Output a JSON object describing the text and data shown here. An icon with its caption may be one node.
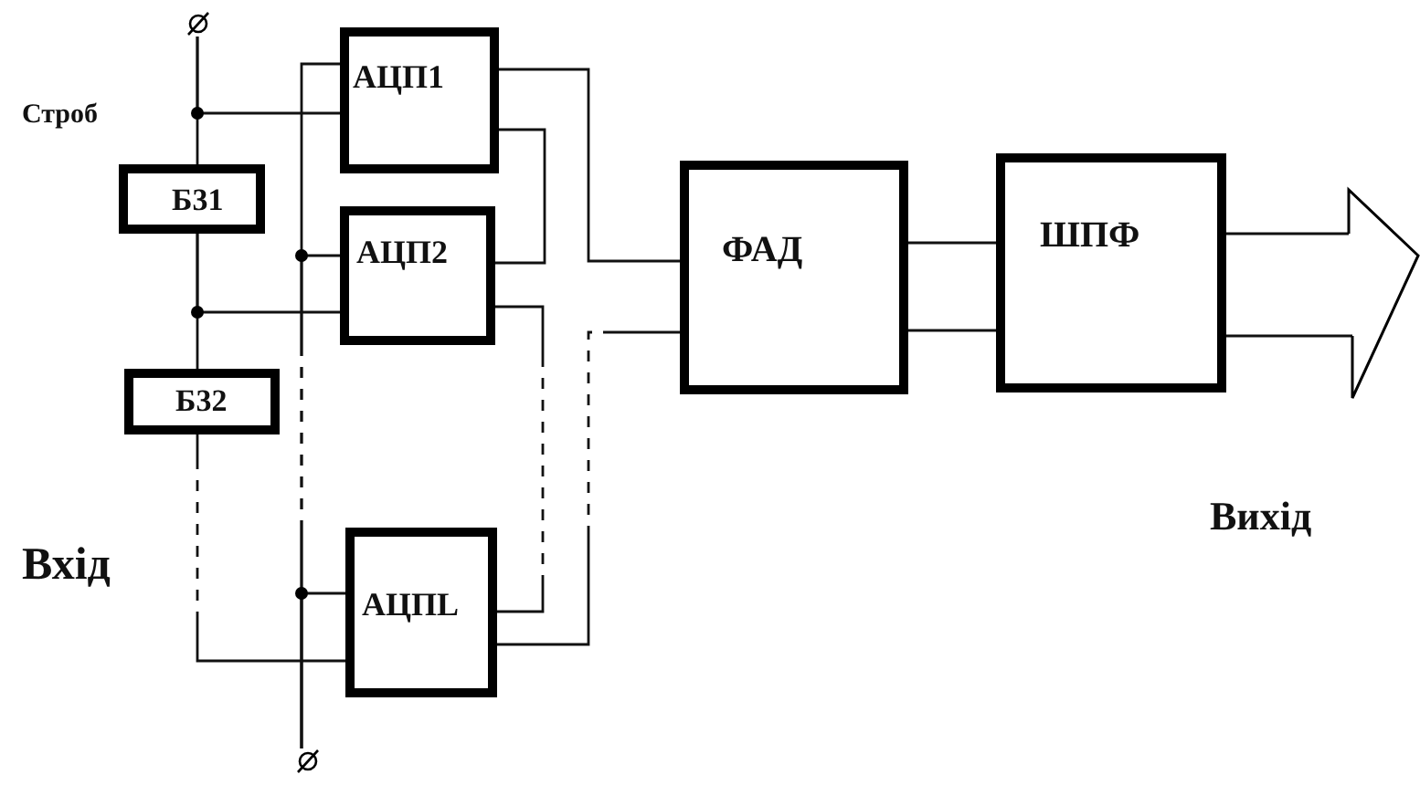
{
  "diagram": {
    "nodes": [
      {
        "text": [],
        "shape": "circle"
      },
      {
        "text": [
          "АЦП1"
        ]
      },
      {
        "text": [
          "Б31"
        ]
      },
      {
        "text": [
          "АЦП2"
        ]
      },
      {
        "text": [
          "Б32"
        ]
      },
      {
        "text": [
          "АЦПL"
        ]
      },
      {
        "text": [
          "ФАД"
        ]
      },
      {
        "text": [
          "ШПФ"
        ]
      },
      {
        "text": [],
        "shape": "arrow",
        "beside": [
          "Вихід"
        ]
      },
      {
        "text": [],
        "shape": "circle"
      }
    ],
    "edges": [
      {
        "from": 0,
        "to": 1,
        "arrow": "none"
      },
      {
        "from": 0,
        "to": 2,
        "arrow": "none"
      },
      {
        "from": 2,
        "to": 3,
        "arrow": "none"
      },
      {
        "from": 2,
        "to": 4,
        "arrow": "none"
      },
      {
        "from": 4,
        "to": 5,
        "arrow": "none",
        "style": "dashed"
      },
      {
        "from": 9,
        "to": 1,
        "arrow": "none",
        "style": "dashed"
      },
      {
        "from": 9,
        "to": 3,
        "arrow": "none",
        "style": "dashed"
      },
      {
        "from": 9,
        "to": 5,
        "arrow": "none"
      },
      {
        "from": 1,
        "to": 6,
        "arrow": "none"
      },
      {
        "from": 1,
        "to": 3,
        "arrow": "none"
      },
      {
        "from": 3,
        "to": 5,
        "arrow": "none",
        "style": "dashed"
      },
      {
        "from": 5,
        "to": 6,
        "arrow": "none",
        "style": "dashed"
      },
      {
        "from": 6,
        "to": 7,
        "arrow": "none"
      },
      {
        "from": 6,
        "to": 7,
        "arrow": "none"
      },
      {
        "from": 7,
        "to": 8,
        "arrow": "none"
      },
      {
        "from": 7,
        "to": 8,
        "arrow": "none"
      }
    ],
    "labels": [
      "Строб",
      "Вхід"
    ]
  }
}
